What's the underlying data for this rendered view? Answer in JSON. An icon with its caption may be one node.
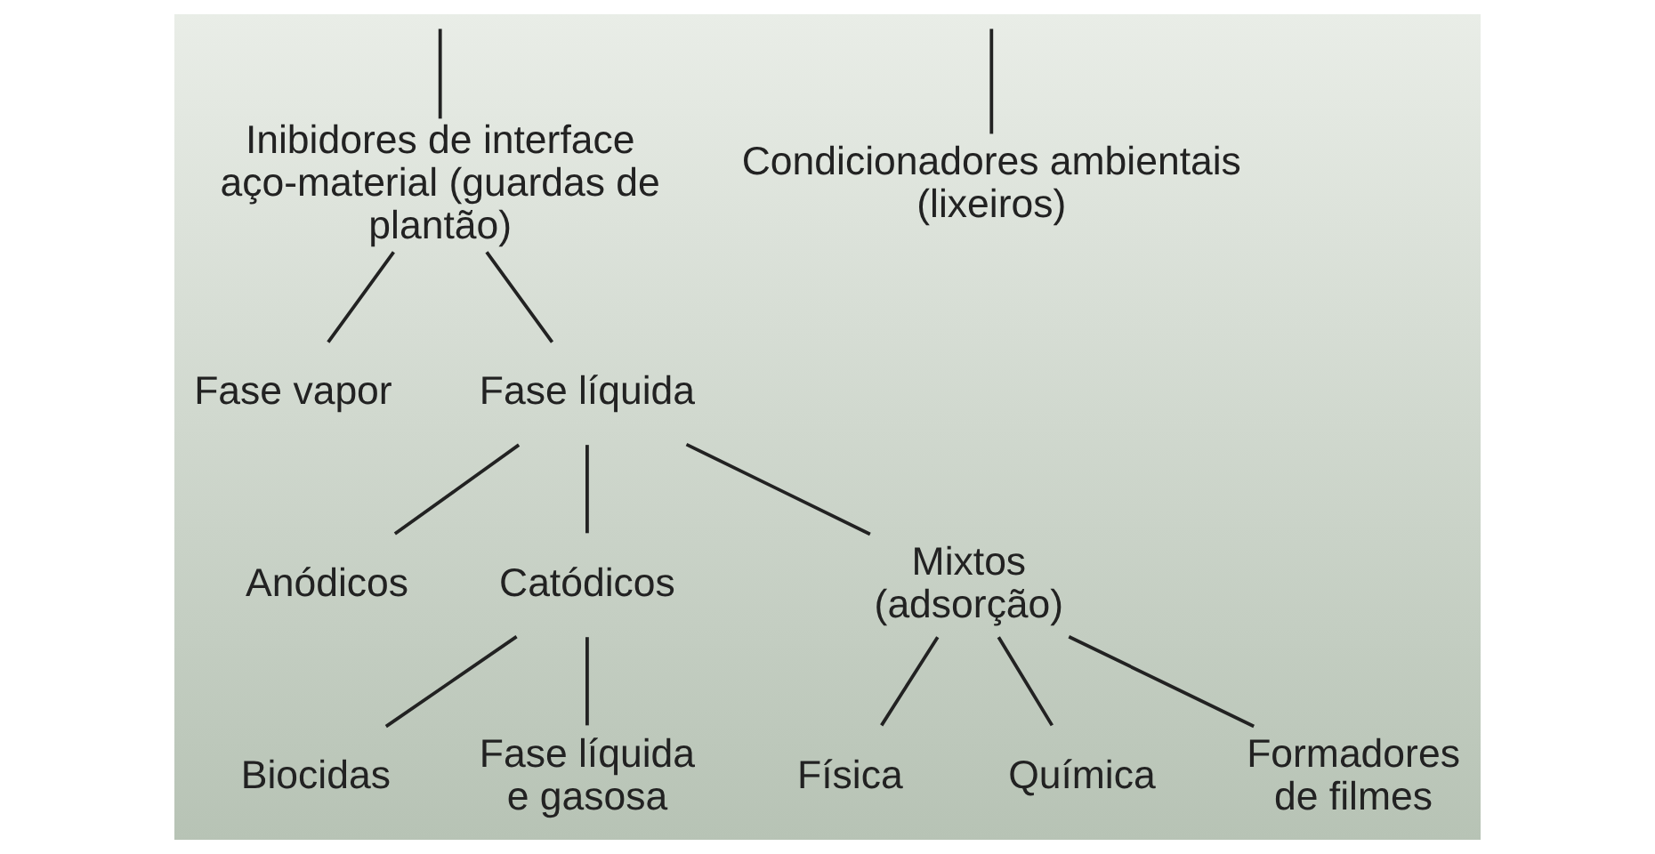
{
  "diagram": {
    "nodes": [
      {
        "text": [
          "Inibidores de interface aço-material (guardas de plantão)"
        ]
      },
      {
        "text": [
          "Condicionadores ambientais (lixeiros)"
        ]
      },
      {
        "text": [
          "Fase vapor"
        ]
      },
      {
        "text": [
          "Fase líquida"
        ]
      },
      {
        "text": [
          "Anódicos"
        ]
      },
      {
        "text": [
          "Catódicos"
        ]
      },
      {
        "text": [
          "Mixtos (adsorção)"
        ]
      },
      {
        "text": [
          "Biocidas"
        ]
      },
      {
        "text": [
          "Fase líquida e gasosa"
        ]
      },
      {
        "text": [
          "Física"
        ]
      },
      {
        "text": [
          "Química"
        ]
      },
      {
        "text": [
          "Formadores de filmes"
        ]
      }
    ],
    "edges": [
      {
        "from": null,
        "to": 0,
        "arrow": "none"
      },
      {
        "from": null,
        "to": 1,
        "arrow": "none"
      },
      {
        "from": 0,
        "to": 2,
        "arrow": "none"
      },
      {
        "from": 0,
        "to": 3,
        "arrow": "none"
      },
      {
        "from": 3,
        "to": 4,
        "arrow": "none"
      },
      {
        "from": 3,
        "to": 5,
        "arrow": "none"
      },
      {
        "from": 3,
        "to": 6,
        "arrow": "none"
      },
      {
        "from": 5,
        "to": 7,
        "arrow": "none"
      },
      {
        "from": 5,
        "to": 8,
        "arrow": "none"
      },
      {
        "from": 6,
        "to": 9,
        "arrow": "none"
      },
      {
        "from": 6,
        "to": 10,
        "arrow": "none"
      },
      {
        "from": 6,
        "to": 11,
        "arrow": "none"
      }
    ]
  }
}
